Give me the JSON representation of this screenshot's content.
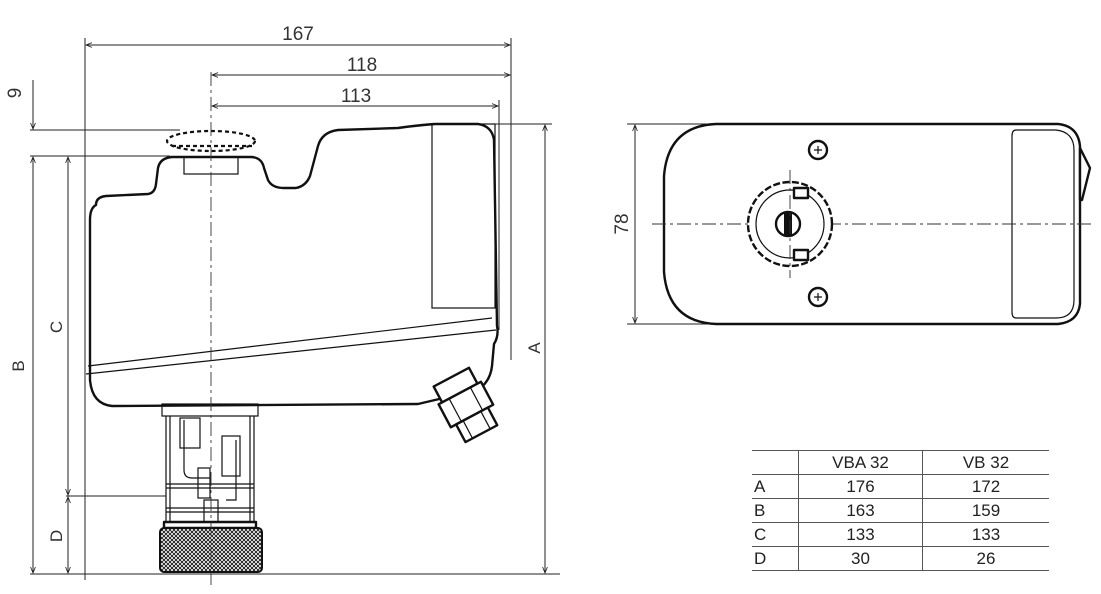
{
  "front_view": {
    "dimensions": {
      "overall_width": "167",
      "width_to_axis": "118",
      "width_to_housing": "113",
      "knob_offset": "9"
    },
    "letters": {
      "A": "A",
      "B": "B",
      "C": "C",
      "D": "D"
    }
  },
  "side_view": {
    "dimensions": {
      "height": "78"
    }
  },
  "table": {
    "headers": [
      "",
      "VBA 32",
      "VB 32"
    ],
    "rows": [
      {
        "label": "A",
        "vba32": "176",
        "vb32": "172"
      },
      {
        "label": "B",
        "vba32": "163",
        "vb32": "159"
      },
      {
        "label": "C",
        "vba32": "133",
        "vb32": "133"
      },
      {
        "label": "D",
        "vba32": "30",
        "vb32": "26"
      }
    ]
  }
}
